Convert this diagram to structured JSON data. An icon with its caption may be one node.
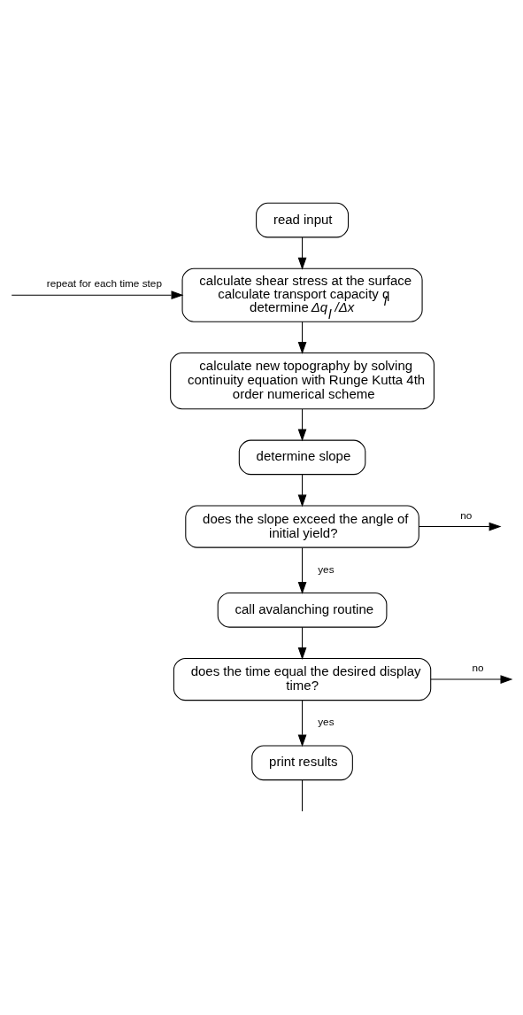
{
  "diagram": {
    "nodes": [
      {
        "text": [
          "read input"
        ]
      },
      {
        "text": [
          "calculate shear stress at the surface",
          "calculate transport capacity q$_{l}$",
          "determine *Δq*$_{l}$ */Δx*"
        ]
      },
      {
        "text": [
          "calculate new topography by solving continuity equation with Runge Kutta 4th order numerical scheme"
        ]
      },
      {
        "text": [
          "determine slope"
        ]
      },
      {
        "text": [
          "does the slope exceed the angle of initial yield?"
        ]
      },
      {
        "text": [
          "call avalanching routine"
        ]
      },
      {
        "text": [
          "does the time equal the desired display time?"
        ]
      },
      {
        "text": [
          "print results"
        ]
      }
    ],
    "edges": [
      {
        "from": 0,
        "to": 1,
        "arrow": "to"
      },
      {
        "from": null,
        "to": 1,
        "arrow": "to",
        "label": "repeat for each time step"
      },
      {
        "from": 1,
        "to": 2,
        "arrow": "to"
      },
      {
        "from": 2,
        "to": 3,
        "arrow": "to"
      },
      {
        "from": 3,
        "to": 4,
        "arrow": "to"
      },
      {
        "from": 4,
        "to": null,
        "arrow": "to",
        "label": "no"
      },
      {
        "from": 4,
        "to": 5,
        "arrow": "to",
        "label": "yes"
      },
      {
        "from": 5,
        "to": 6,
        "arrow": "to"
      },
      {
        "from": 6,
        "to": null,
        "arrow": "to",
        "label": "no"
      },
      {
        "from": 6,
        "to": 7,
        "arrow": "to",
        "label": "yes"
      },
      {
        "from": 7,
        "to": null,
        "arrow": "none"
      }
    ]
  }
}
